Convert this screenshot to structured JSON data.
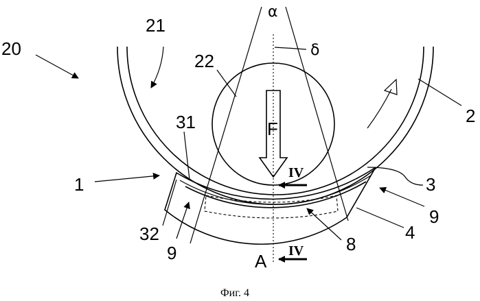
{
  "labels": {
    "alpha": "α",
    "delta": "δ",
    "n20": "20",
    "n21": "21",
    "n22": "22",
    "n2": "2",
    "nF": "F",
    "n31": "31",
    "n1": "1",
    "n3": "3",
    "n9_right": "9",
    "n32": "32",
    "n4": "4",
    "n9_left": "9",
    "n8": "8",
    "nA": "A"
  },
  "section": {
    "upper": "IV",
    "lower": "IV"
  },
  "caption": "Фиг. 4"
}
